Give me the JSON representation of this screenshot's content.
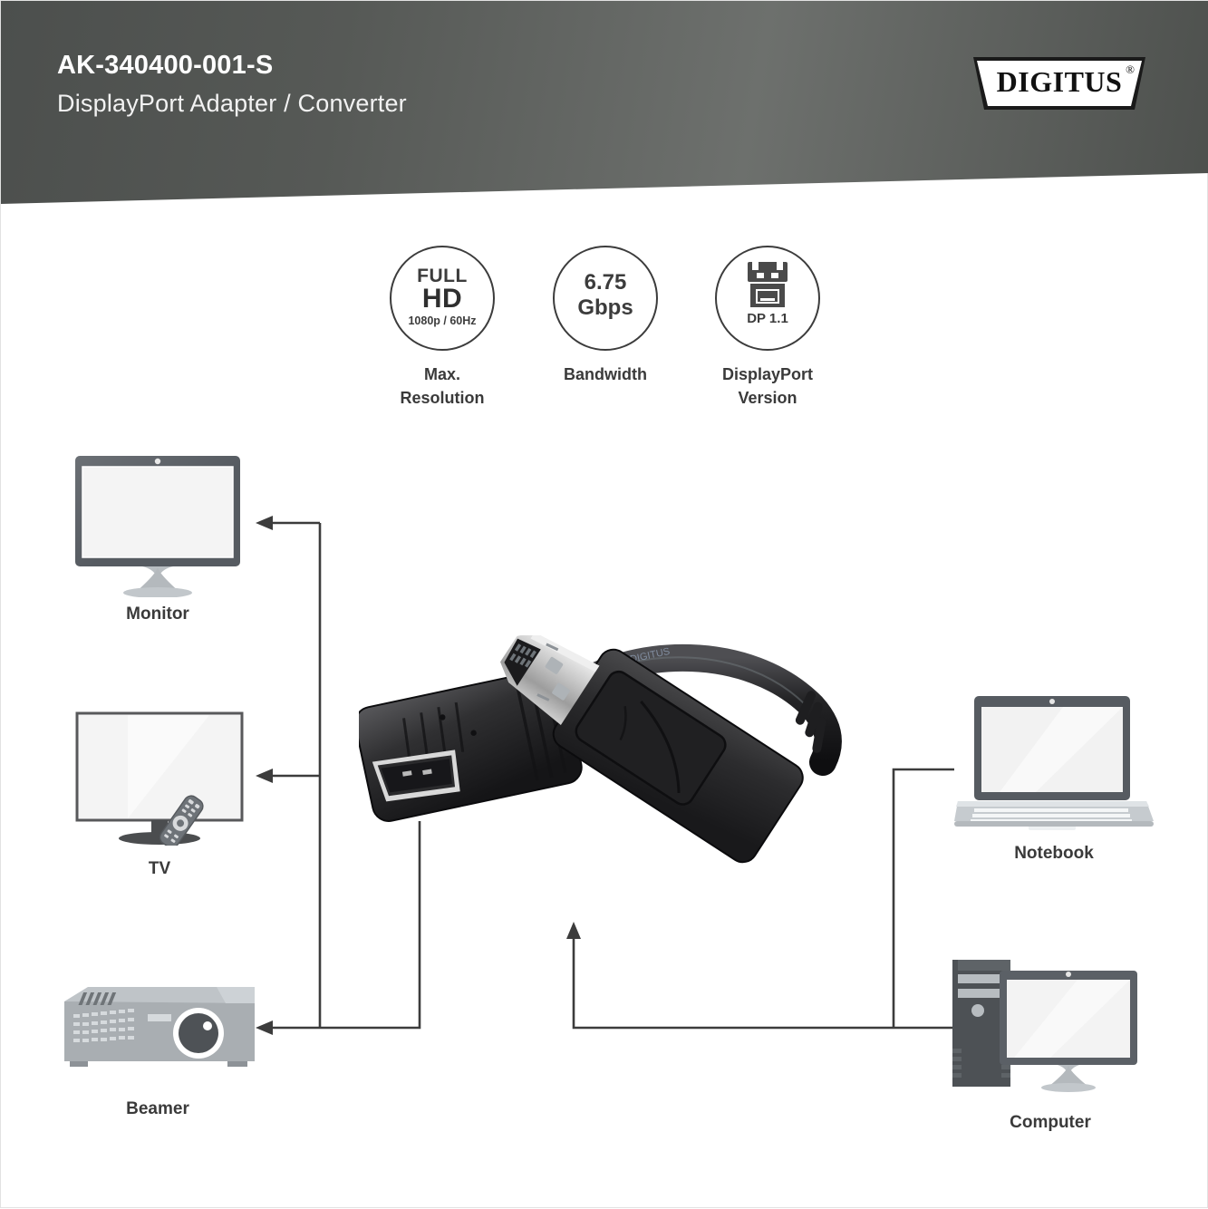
{
  "header": {
    "title": "AK-340400-001-S",
    "subtitle": "DisplayPort Adapter / Converter",
    "logo_text": "DIGITUS",
    "logo_registered": "®"
  },
  "badges": [
    {
      "id": "max-resolution",
      "line1": "FULL",
      "line2": "HD",
      "line3": "1080p / 60Hz",
      "caption_line1": "Max.",
      "caption_line2": "Resolution"
    },
    {
      "id": "bandwidth",
      "line1": "6.75",
      "line2": "Gbps",
      "caption_line1": "Bandwidth",
      "caption_line2": ""
    },
    {
      "id": "displayport-version",
      "icon": "displayport-connector-icon",
      "line3": "DP 1.1",
      "caption_line1": "DisplayPort",
      "caption_line2": "Version"
    }
  ],
  "devices": {
    "monitor": {
      "label": "Monitor",
      "icon": "monitor-icon"
    },
    "tv": {
      "label": "TV",
      "icon": "tv-icon"
    },
    "beamer": {
      "label": "Beamer",
      "icon": "projector-icon"
    },
    "notebook": {
      "label": "Notebook",
      "icon": "laptop-icon"
    },
    "computer": {
      "label": "Computer",
      "icon": "desktop-computer-icon"
    }
  },
  "product": {
    "name": "displayport-to-hdmi-adapter",
    "source_connector": "DisplayPort male plug",
    "target_connector": "HDMI female socket"
  },
  "colors": {
    "header_dark": "#4c4f4d",
    "header_light": "#6d706d",
    "text_dark": "#3a3a3a",
    "line": "#3c3c3c",
    "screen_bezel": "#555a60",
    "screen_fill": "#f2f2f2",
    "device_gray": "#a9aeb2"
  }
}
